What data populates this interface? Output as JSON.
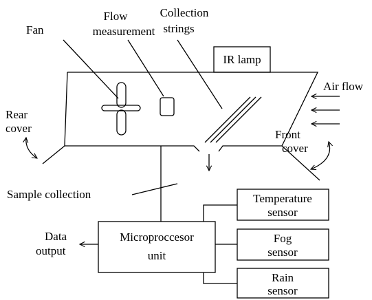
{
  "labels": {
    "fan": "Fan",
    "flow_1": "Flow",
    "flow_2": "measurement",
    "collection_1": "Collection",
    "collection_2": "strings",
    "ir_lamp": "IR lamp",
    "air_flow": "Air flow",
    "rear_1": "Rear",
    "rear_2": "cover",
    "front_1": "Front",
    "front_2": "cover",
    "sample_collection": "Sample collection",
    "data_1": "Data",
    "data_2": "output"
  },
  "boxes": {
    "micro_1": "Microproccesor",
    "micro_2": "unit",
    "temp_1": "Temperature",
    "temp_2": "sensor",
    "fog_1": "Fog",
    "fog_2": "sensor",
    "rain_1": "Rain",
    "rain_2": "sensor"
  }
}
